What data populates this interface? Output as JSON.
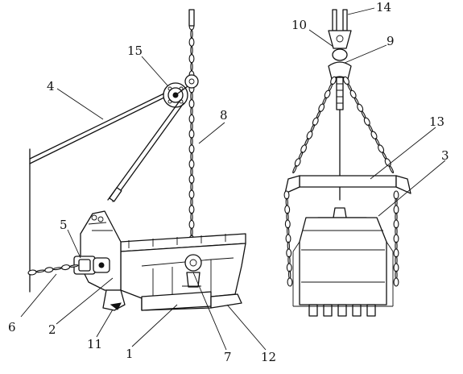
{
  "labels": {
    "l1": "1",
    "l2": "2",
    "l3": "3",
    "l4": "4",
    "l5": "5",
    "l6": "6",
    "l7": "7",
    "l8": "8",
    "l9": "9",
    "l10": "10",
    "l11": "11",
    "l12": "12",
    "l13": "13",
    "l14": "14",
    "l15": "15"
  },
  "colors": {
    "line": "#111111",
    "background": "#ffffff"
  }
}
